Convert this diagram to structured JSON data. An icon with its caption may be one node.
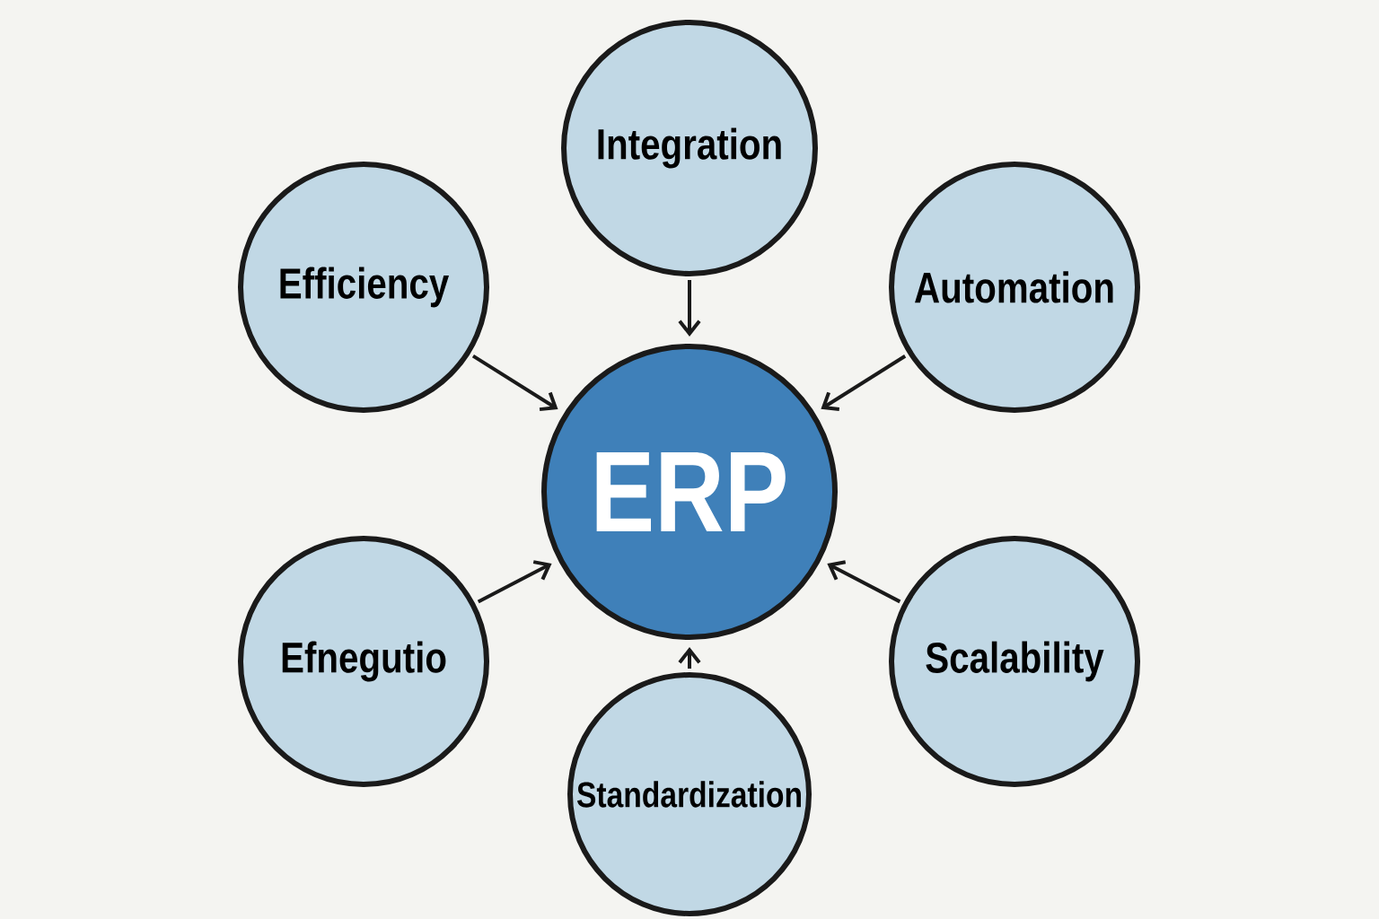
{
  "diagram": {
    "nodes": [
      {
        "text": [
          "Integration"
        ]
      },
      {
        "text": [
          "Efficiency"
        ]
      },
      {
        "text": [
          "Automation"
        ]
      },
      {
        "text": [
          "ERP"
        ]
      },
      {
        "text": [
          "Efnegutio"
        ]
      },
      {
        "text": [
          "Scalability"
        ]
      },
      {
        "text": [
          "Standardization"
        ]
      }
    ],
    "edges": [
      {
        "from": 0,
        "to": 3,
        "arrow": "to"
      },
      {
        "from": 1,
        "to": 3,
        "arrow": "to"
      },
      {
        "from": 2,
        "to": 3,
        "arrow": "to"
      },
      {
        "from": 4,
        "to": 3,
        "arrow": "to"
      },
      {
        "from": 5,
        "to": 3,
        "arrow": "to"
      },
      {
        "from": 6,
        "to": 3,
        "arrow": "to"
      }
    ]
  }
}
